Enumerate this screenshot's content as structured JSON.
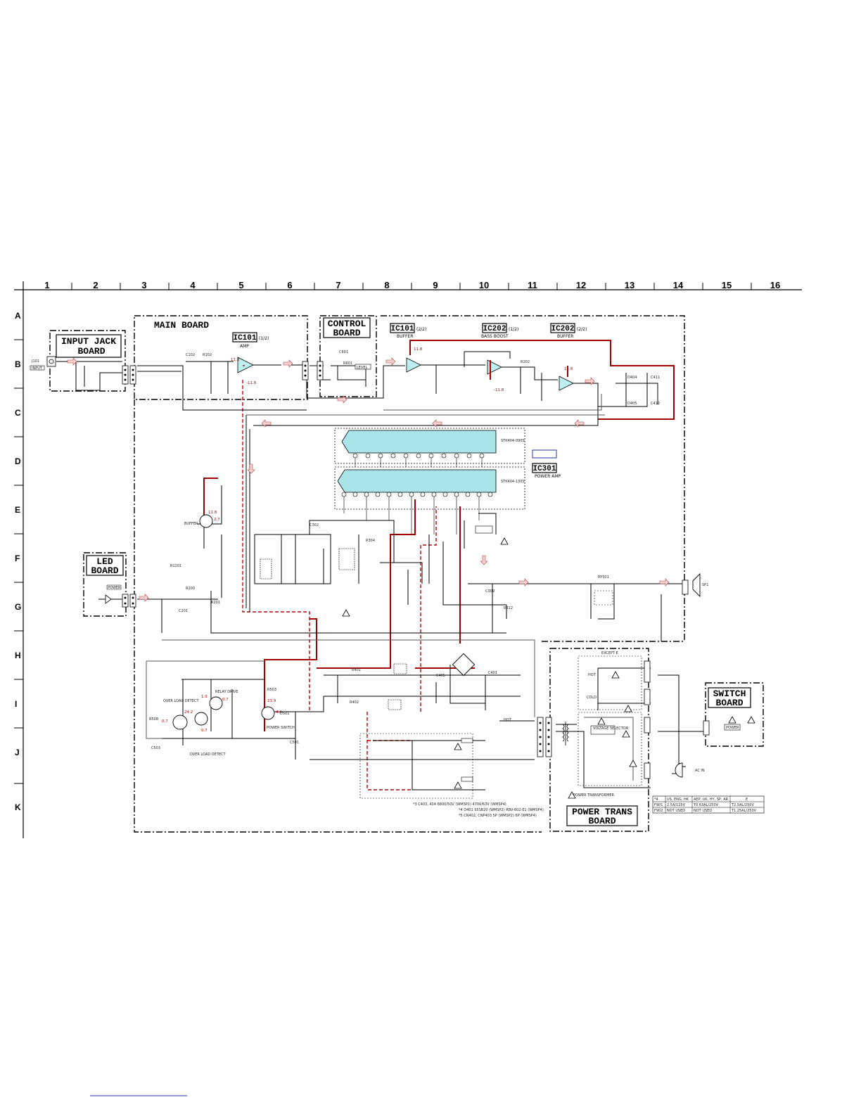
{
  "grid": {
    "columns": [
      "1",
      "2",
      "3",
      "4",
      "5",
      "6",
      "7",
      "8",
      "9",
      "10",
      "11",
      "12",
      "13",
      "14",
      "15",
      "16"
    ],
    "rows": [
      "A",
      "B",
      "C",
      "D",
      "E",
      "F",
      "G",
      "H",
      "I",
      "J",
      "K"
    ]
  },
  "boards": {
    "input_jack": "INPUT JACK BOARD",
    "main": "MAIN BOARD",
    "control": "CONTROL BOARD",
    "led": "LED BOARD",
    "power_trans": "POWER TRANS BOARD",
    "switch": "SWITCH BOARD"
  },
  "ics": {
    "ic101_amp": {
      "name": "IC101",
      "part": "(1/2)",
      "desc": "AMP"
    },
    "ic101_buffer": {
      "name": "IC101",
      "part": "(2/2)",
      "desc": "BUFFER"
    },
    "ic202_bass": {
      "name": "IC202",
      "part": "(1/2)",
      "desc": "BASS BOOST"
    },
    "ic202_buffer": {
      "name": "IC202",
      "part": "(2/2)",
      "desc": "BUFFER"
    },
    "ic301": {
      "name": "IC301",
      "desc": "POWER AMP"
    }
  },
  "labels": {
    "input": "INPUT",
    "level": "LEVEL",
    "relay_drive": "RELAY DRIVE",
    "over_load_detect": "OVER LOAD DETECT",
    "power_switch": "POWER SWITCH",
    "buffer": "BUFFER",
    "power": "POWER",
    "hot": "HOT",
    "cold": "COLD",
    "voltage_selector": "VOLTAGE SELECTOR",
    "power_transformer": "POWER TRANSFORMER",
    "ac_in": "AC IN",
    "except_e": "EXCEPT E",
    "ic301_part_a": "STK404-090S",
    "ic301_part_b": "STK404-130S",
    "sp": "SP1"
  },
  "voltages": {
    "v1": "11.8",
    "v2": "-11.8",
    "v3": "11.8",
    "v4": "-11.8",
    "v5": "11.8",
    "v6": "11.8",
    "v7": "2.7",
    "v8": "0.7",
    "v9": "24.2",
    "v10": "1.9",
    "v11": "0.7",
    "v12": "23.9",
    "v13": "4.4",
    "v14": "0.7"
  },
  "fuse_table": {
    "headers": [
      "*4",
      "US, ENG, HK",
      "AEP, UK, HY, SP, AR",
      "E"
    ],
    "rows": [
      [
        "F901",
        "2.5A/125V",
        "T0.63AL/250V",
        "T2.5AL/250V"
      ],
      [
        "F902",
        "NOT USED",
        "NOT USED",
        "T1.25AL/250V"
      ]
    ]
  },
  "footnotes": {
    "n1": "*3 C403, 404  6800/50V (WMSP2)  4700/63V (WMSP4)",
    "n2": "*4 D401  S5SB20 (WMSP2)  RBV-602-E1 (WMSP4)",
    "n3": "*5 CN402, CNP403  5P (WMSP2)  6P (WMSP4)"
  },
  "colors": {
    "ic_fill": "#a8e4ea",
    "red_trace": "#a00000",
    "arrow": "#f6d2d2"
  }
}
